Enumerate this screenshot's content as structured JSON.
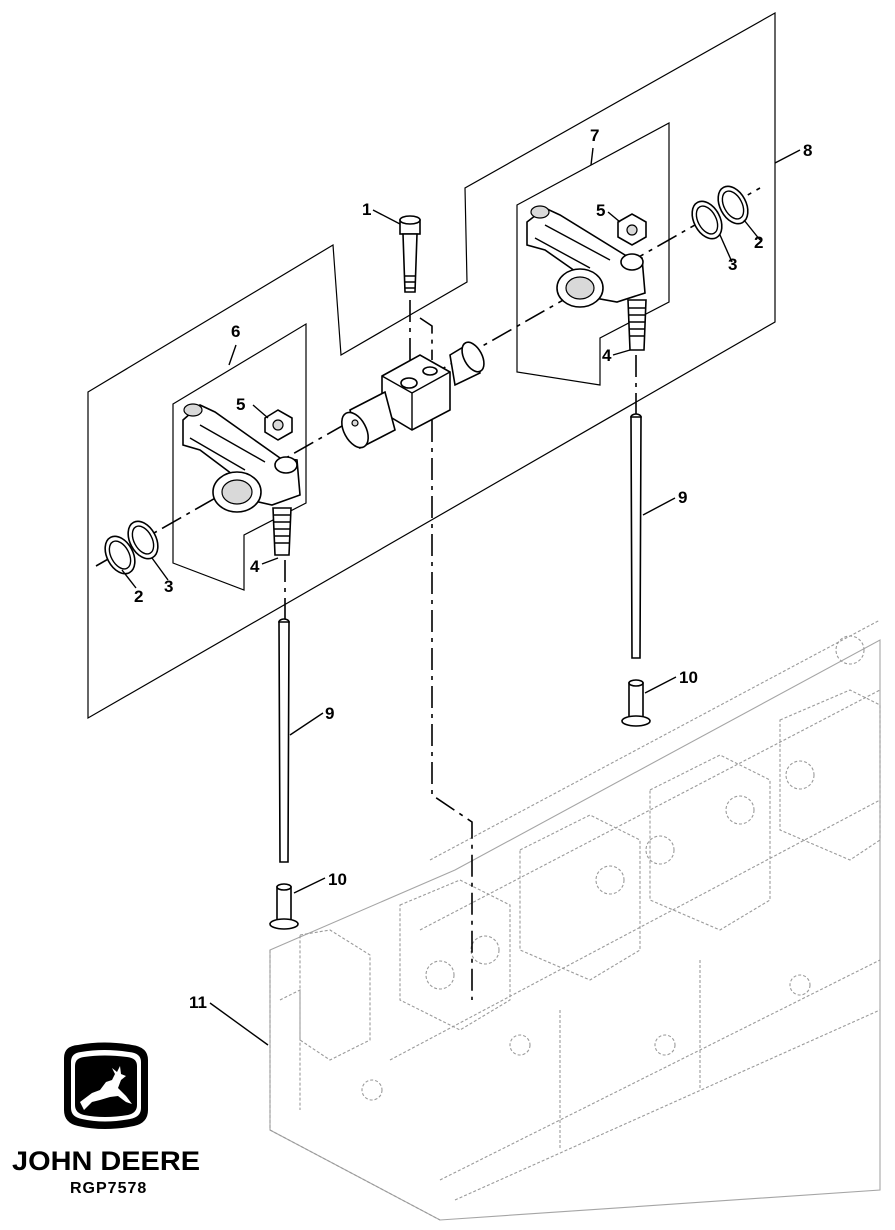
{
  "callouts": {
    "c1": "1",
    "c2a": "2",
    "c2b": "2",
    "c3a": "3",
    "c3b": "3",
    "c4a": "4",
    "c4b": "4",
    "c5a": "5",
    "c5b": "5",
    "c6": "6",
    "c7": "7",
    "c8": "8",
    "c9a": "9",
    "c9b": "9",
    "c10a": "10",
    "c10b": "10",
    "c11": "11"
  },
  "brand": {
    "name": "JOHN DEERE",
    "figure_id": "RGP7578",
    "logo_icon": "deer-logo-icon"
  }
}
